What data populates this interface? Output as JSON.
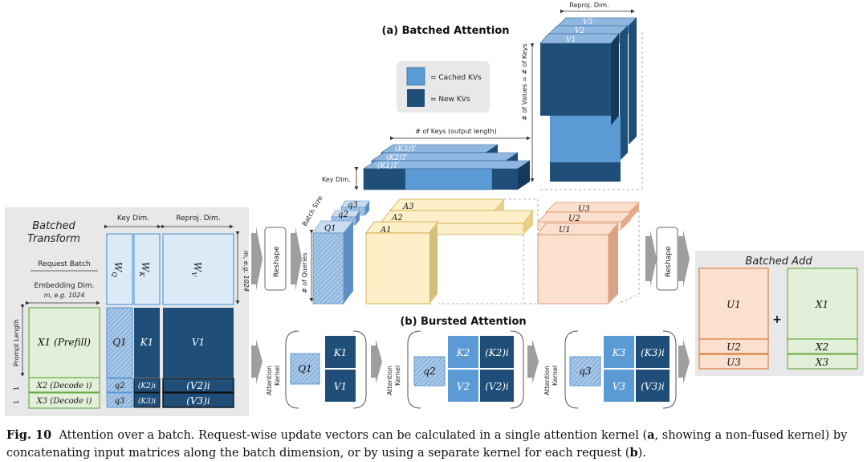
{
  "title_a": "(a) Batched Attention",
  "title_b": "(b) Bursted Attention",
  "legend": {
    "cached": "= Cached KVs",
    "new": "= New KVs"
  },
  "batched_transform": {
    "title_line1": "Batched",
    "title_line2": "Transform",
    "request_batch": "Request Batch",
    "embedding_dim": "Embedding Dim.",
    "embedding_m": "m, e.g. 1024",
    "prompt_length": "Prompt Length",
    "one_a": "1",
    "one_b": "1",
    "key_dim": "Key Dim.",
    "reproj_dim": "Reproj. Dim.",
    "m_label": "m, e.g. 1024",
    "wq": "W",
    "wq_sub": "Q",
    "wk": "W",
    "wk_sub": "K",
    "wv": "W",
    "wv_sub": "V",
    "x1": "X1 (Prefill)",
    "x2": "X2 (Decode i)",
    "x3": "X3 (Decode i)",
    "q1": "Q1",
    "k1": "K1",
    "v1": "V1",
    "q2": "q2",
    "q3": "q3",
    "k2i": "(K2)i",
    "k3i": "(K3)i",
    "v2i": "(V2)i",
    "v3i": "(V3)i"
  },
  "reshape": "Reshape",
  "batched_attention": {
    "num_keys": "# of Keys (output length)",
    "key_dim": "Key Dim.",
    "batch_size": "Batch Size",
    "num_queries": "# of Queries",
    "reproj_dim": "Reproj. Dim.",
    "values_eq_keys": "# of Values = # of Keys",
    "kt3": "(K3)T",
    "kt2": "(K2)T",
    "kt1": "(K1)T",
    "v3": "V3",
    "v2": "V2",
    "v1": "V1",
    "q3": "q3",
    "q2": "q2",
    "q1": "Q1",
    "a3": "A3",
    "a2": "A2",
    "a1": "A1",
    "u3": "U3",
    "u2": "U2",
    "u1": "U1"
  },
  "batched_add": {
    "title": "Batched Add",
    "u1": "U1",
    "u2": "U2",
    "u3": "U3",
    "x1": "X1",
    "x2": "X2",
    "x3": "X3",
    "plus": "+"
  },
  "bursted": {
    "kernel_label1": "Attention",
    "kernel_label2": "Kernel",
    "q1": "Q1",
    "k1": "K1",
    "v1": "V1",
    "q2": "q2",
    "k2": "K2",
    "k2i": "(K2)i",
    "v2": "V2",
    "v2i": "(V2)i",
    "q3": "q3",
    "k3": "K3",
    "k3i": "(K3)i",
    "v3": "V3",
    "v3i": "(V3)i"
  },
  "caption": {
    "label": "Fig. 10",
    "text": "Attention over a batch. Request-wise update vectors can be calculated in a single attention kernel (",
    "a": "a",
    "text2": ", showing a non-fused kernel) by concatenating input matrices along the batch dimension, or by using a separate kernel for each request (",
    "b": "b",
    "text3": ")."
  },
  "colors": {
    "cached": "#5b9bd5",
    "new": "#1f4e79",
    "light_blue": "#dce9f6",
    "yellow": "#fdf0c8",
    "peach": "#fbe0d0",
    "green": "#e2efd9"
  }
}
